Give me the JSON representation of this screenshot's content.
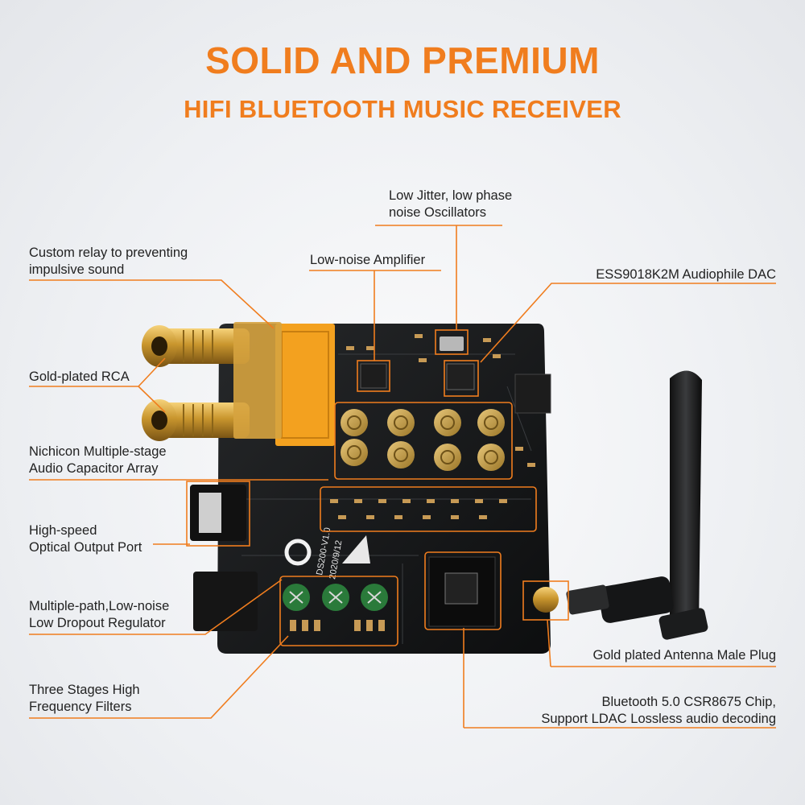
{
  "header": {
    "title": "SOLID AND PREMIUM",
    "subtitle": "HIFI BLUETOOTH MUSIC RECEIVER"
  },
  "callouts": {
    "oscillators": "Low Jitter, low phase\nnoise Oscillators",
    "relay": "Custom relay to preventing\nimpulsive sound",
    "amplifier": "Low-noise Amplifier",
    "dac": "ESS9018K2M Audiophile DAC",
    "rca": "Gold-plated RCA",
    "capacitors": "Nichicon Multiple-stage\nAudio Capacitor Array",
    "optical": "High-speed\nOptical Output Port",
    "regulator": "Multiple-path,Low-noise\nLow Dropout Regulator",
    "antenna_plug": "Gold plated Antenna Male Plug",
    "filters": "Three Stages High\nFrequency Filters",
    "bluetooth": "Bluetooth 5.0 CSR8675 Chip,\nSupport LDAC Lossless audio decoding"
  },
  "board": {
    "silkscreen_model": "DS200-V1.0",
    "silkscreen_date": "2020/9/12"
  },
  "colors": {
    "accent": "#f07d1e",
    "pcb": "#141516",
    "gold": "#c9962e",
    "relay": "#f3a11f",
    "text": "#222222"
  }
}
